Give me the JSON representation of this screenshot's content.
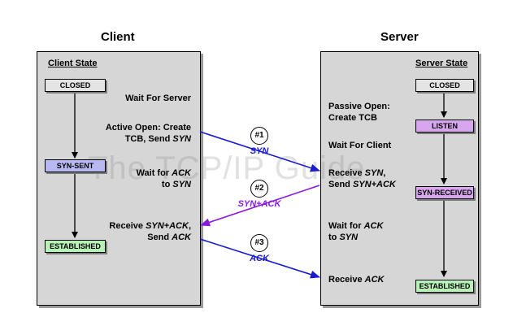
{
  "client": {
    "title": "Client",
    "state_header": "Client State",
    "states": [
      "CLOSED",
      "SYN-SENT",
      "ESTABLISHED"
    ],
    "labels": {
      "wait_server": "Wait For Server",
      "active_open_1": "Active Open: Create",
      "active_open_2_pre": "TCB, Send ",
      "active_open_2_em": "SYN",
      "wait_ack_1_pre": "Wait for ",
      "wait_ack_1_em": "ACK",
      "wait_ack_2_pre": "to ",
      "wait_ack_2_em": "SYN",
      "receive_1_pre": "Receive ",
      "receive_1_em": "SYN+ACK",
      "receive_1_post": ",",
      "receive_2_pre": "Send ",
      "receive_2_em": "ACK"
    }
  },
  "server": {
    "title": "Server",
    "state_header": "Server State",
    "states": [
      "CLOSED",
      "LISTEN",
      "SYN-RECEIVED",
      "ESTABLISHED"
    ],
    "labels": {
      "passive_open_1": "Passive Open:",
      "passive_open_2": "Create TCB",
      "wait_client": "Wait For Client",
      "receive_syn_1_pre": "Receive ",
      "receive_syn_1_em": "SYN",
      "receive_syn_1_post": ",",
      "receive_syn_2_pre": "Send ",
      "receive_syn_2_em": "SYN+ACK",
      "wait_ack_1_pre": "Wait for ",
      "wait_ack_1_em": "ACK",
      "wait_ack_2_pre": "to ",
      "wait_ack_2_em": "SYN",
      "receive_ack_pre": "Receive ",
      "receive_ack_em": "ACK"
    }
  },
  "messages": [
    {
      "number": "#1",
      "name": "SYN"
    },
    {
      "number": "#2",
      "name": "SYN+ACK"
    },
    {
      "number": "#3",
      "name": "ACK"
    }
  ],
  "watermark": "The TCP/IP Guide",
  "colors": {
    "closed": "#e4e4e4",
    "syn_sent": "#b8b8f2",
    "listen": "#d8a6ee",
    "syn_received": "#d8a6ee",
    "established": "#b6f2b6",
    "arrow_blue": "#1a1ad0",
    "arrow_purple": "#8a1adf"
  }
}
